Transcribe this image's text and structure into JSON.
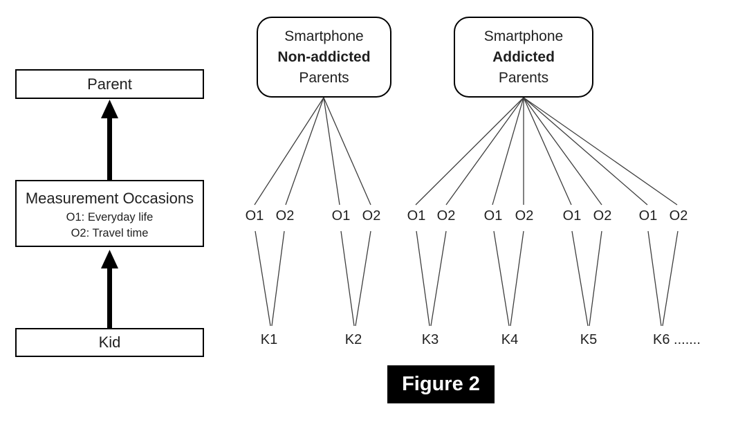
{
  "left_panel": {
    "parent_label": "Parent",
    "measurement": {
      "title": "Measurement Occasions",
      "occasion1": "O1: Everyday life",
      "occasion2": "O2: Travel time"
    },
    "kid_label": "Kid"
  },
  "parent_groups": [
    {
      "line1": "Smartphone",
      "line2_bold": "Non-addicted",
      "line3": "Parents"
    },
    {
      "line1": "Smartphone",
      "line2_bold": "Addicted",
      "line3": "Parents"
    }
  ],
  "occasion_labels": [
    "O1",
    "O2",
    "O1",
    "O2",
    "O1",
    "O2",
    "O1",
    "O2",
    "O1",
    "O2",
    "O1",
    "O2"
  ],
  "kid_labels": [
    "K1",
    "K2",
    "K3",
    "K4",
    "K5",
    "K6 ......."
  ],
  "caption": "Figure 2",
  "colors": {
    "background": "#ffffff",
    "box_border": "#000000",
    "connector_line": "#3d3d3d",
    "arrow": "#000000",
    "caption_bg": "#000000",
    "caption_text": "#ffffff"
  }
}
